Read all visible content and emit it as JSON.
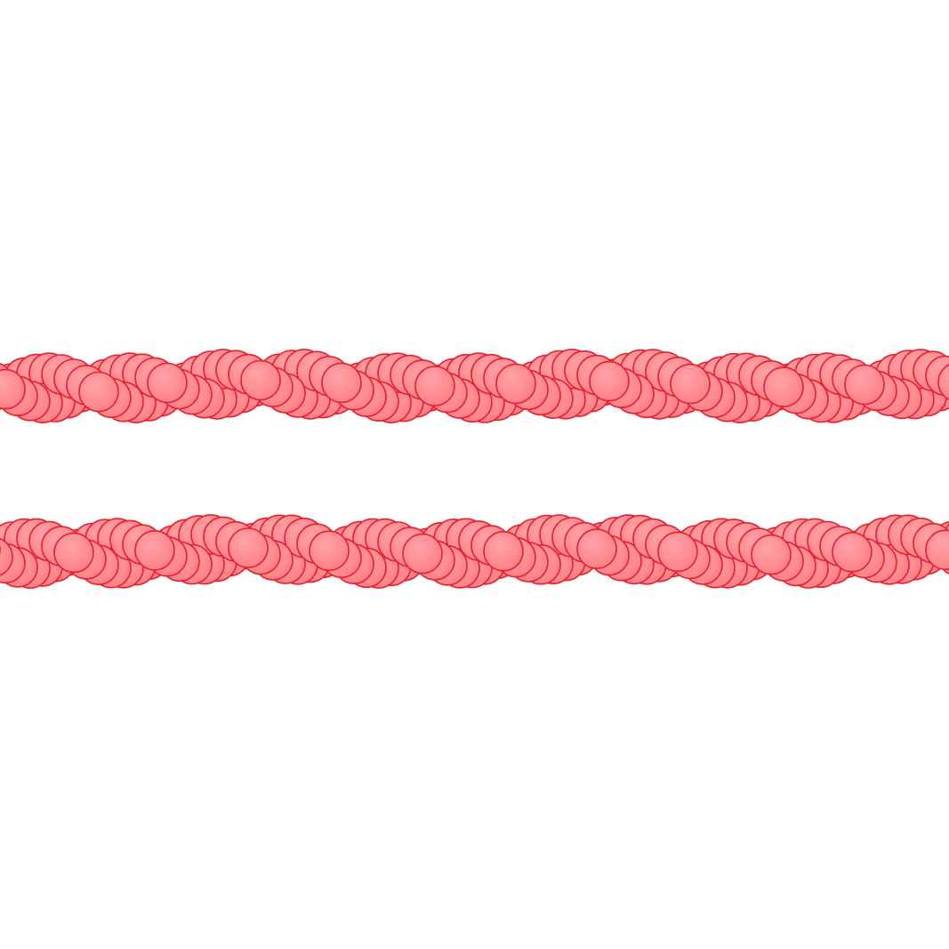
{
  "scene": {
    "background_color": "#ffffff",
    "bead_fill_color": "#ff7f86",
    "bead_highlight_color": "#ffa3a8",
    "bead_outline_color": "#e8202e",
    "strands": [
      {
        "name": "upper-bead-strand",
        "strand_count": 2
      },
      {
        "name": "lower-bead-strand",
        "strand_count": 2
      }
    ]
  }
}
